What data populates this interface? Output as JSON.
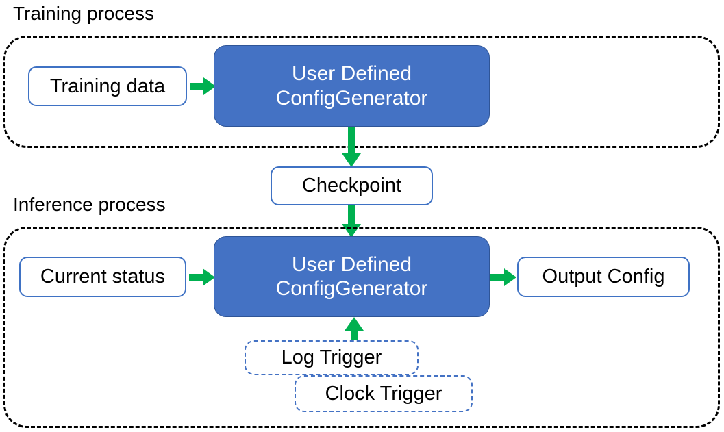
{
  "diagram": {
    "title_training": "Training process",
    "title_inference": "Inference process",
    "colors": {
      "primary_fill": "#4472C4",
      "primary_stroke": "#2F5597",
      "plain_stroke": "#3F72C4",
      "arrow_green": "#00B050",
      "group_stroke": "#000000",
      "trigger_stroke": "#4472C4",
      "text_dark": "#000000",
      "text_light": "#FFFFFF",
      "background": "#FFFFFF"
    },
    "training_section": {
      "caption": "Training process",
      "nodes": {
        "training_data": "Training data",
        "generator_line1": "User Defined",
        "generator_line2": "ConfigGenerator"
      }
    },
    "bridge": {
      "checkpoint": "Checkpoint"
    },
    "inference_section": {
      "caption": "Inference process",
      "nodes": {
        "current_status": "Current status",
        "generator_line1": "User Defined",
        "generator_line2": "ConfigGenerator",
        "output_config": "Output Config",
        "log_trigger": "Log Trigger",
        "clock_trigger": "Clock Trigger"
      }
    },
    "arrows": [
      {
        "name": "training-data-to-generator",
        "direction": "right"
      },
      {
        "name": "training-generator-to-checkpoint",
        "direction": "down"
      },
      {
        "name": "checkpoint-to-inference-generator",
        "direction": "down"
      },
      {
        "name": "current-status-to-generator",
        "direction": "right"
      },
      {
        "name": "generator-to-output-config",
        "direction": "right"
      },
      {
        "name": "triggers-to-generator",
        "direction": "up"
      }
    ]
  }
}
